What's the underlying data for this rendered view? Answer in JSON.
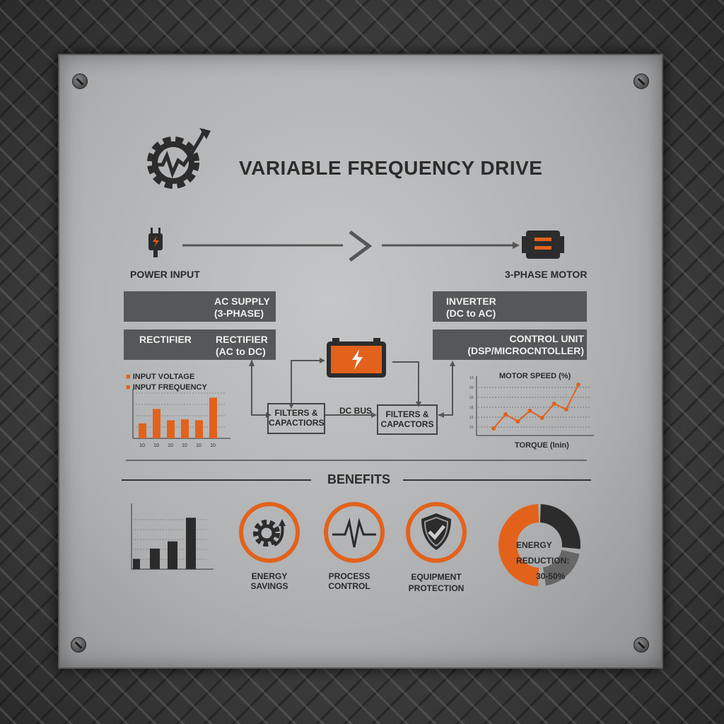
{
  "title": "VARIABLE FREQUENCY DRIVE",
  "colors": {
    "accent": "#e2621c",
    "dark": "#2c2c2c",
    "panel": "#555758"
  },
  "flow": {
    "power_input": "POWER INPUT",
    "motor": "3-PHASE MOTOR"
  },
  "boxes": {
    "ac_supply": {
      "line1": "AC SUPPLY",
      "line2": "(3-PHASE)"
    },
    "rectifier_left": "RECTIFIER",
    "rectifier": {
      "line1": "RECTIFIER",
      "line2": "(AC to DC)"
    },
    "inverter": {
      "line1": "INVERTER",
      "line2": "(DC to AC)"
    },
    "control": {
      "line1": "CONTROL UNIT",
      "line2": "(DSP/MICROCNTOLLER)"
    },
    "filters1": {
      "line1": "FILTERS &",
      "line2": "CAPACTIORS"
    },
    "filters2": {
      "line1": "FILTERS &",
      "line2": "CAPACTORS"
    },
    "dc_bus": "DC BUS"
  },
  "chart_data": [
    {
      "type": "bar",
      "legend": [
        "INPUT VOLTAGE",
        "INPUT FREQUENCY"
      ],
      "categories": [
        "10",
        "10",
        "10",
        "10",
        "10",
        "10"
      ],
      "values": [
        3.3,
        6.5,
        4,
        4.2,
        4,
        9
      ]
    },
    {
      "type": "line",
      "title": "MOTOR SPEED (%)",
      "xlabel": "TORQUE (lnin)",
      "yticks": [
        "13",
        "20",
        "20",
        "16",
        "13",
        "10"
      ],
      "values": [
        1,
        3,
        2,
        3.5,
        2.5,
        4.5,
        3.7,
        7.2
      ]
    },
    {
      "type": "bar",
      "values": [
        1,
        2,
        2.7,
        5
      ]
    },
    {
      "type": "pie",
      "label": "ENERGY REDUCTION:",
      "value_label": "30-50%",
      "values": [
        50,
        27,
        20
      ]
    }
  ],
  "benefits": {
    "heading": "BENEFITS",
    "items": [
      {
        "label": "ENERGY SAVINGS",
        "icon": "gear-arrow-icon"
      },
      {
        "label": "PROCESS CONTROL",
        "icon": "pulse-icon"
      },
      {
        "label": "EQUIPMENT",
        "label2": "PROTECTION",
        "icon": "shield-check-icon"
      }
    ]
  }
}
